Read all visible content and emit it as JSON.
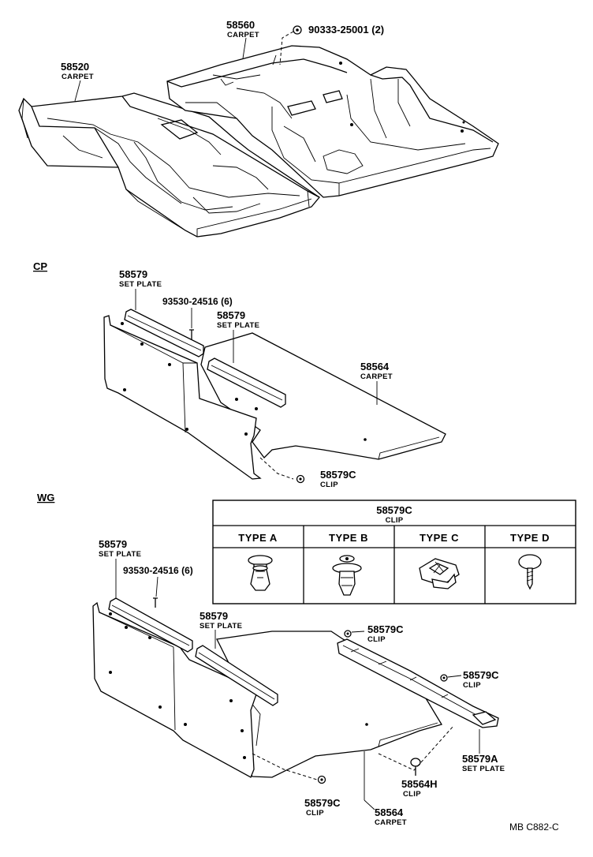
{
  "diagram": {
    "top": {
      "rear_carpet": {
        "part_no": "58560",
        "name": "CARPET"
      },
      "rear_fastener": {
        "part_no": "90333-25001 (2)"
      },
      "front_carpet": {
        "part_no": "58520",
        "name": "CARPET"
      }
    },
    "cp": {
      "section_label": "CP",
      "set_plate_left": {
        "part_no": "58579",
        "name": "SET PLATE"
      },
      "screw": {
        "part_no": "93530-24516 (6)"
      },
      "set_plate_right": {
        "part_no": "58579",
        "name": "SET PLATE"
      },
      "carpet": {
        "part_no": "58564",
        "name": "CARPET"
      },
      "clip": {
        "part_no": "58579C",
        "name": "CLIP"
      }
    },
    "clip_table": {
      "part_no": "58579C",
      "name": "CLIP",
      "types": [
        "TYPE  A",
        "TYPE  B",
        "TYPE  C",
        "TYPE  D"
      ]
    },
    "wg": {
      "section_label": "WG",
      "set_plate_left": {
        "part_no": "58579",
        "name": "SET PLATE"
      },
      "screw": {
        "part_no": "93530-24516 (6)"
      },
      "set_plate_mid": {
        "part_no": "58579",
        "name": "SET PLATE"
      },
      "clip_top": {
        "part_no": "58579C",
        "name": "CLIP"
      },
      "clip_right": {
        "part_no": "58579C",
        "name": "CLIP"
      },
      "set_plate_a": {
        "part_no": "58579A",
        "name": "SET PLATE"
      },
      "clip_h": {
        "part_no": "58564H",
        "name": "CLIP"
      },
      "clip_bottom": {
        "part_no": "58579C",
        "name": "CLIP"
      },
      "carpet": {
        "part_no": "58564",
        "name": "CARPET"
      }
    },
    "drawing_code": "MB  C882-C"
  }
}
